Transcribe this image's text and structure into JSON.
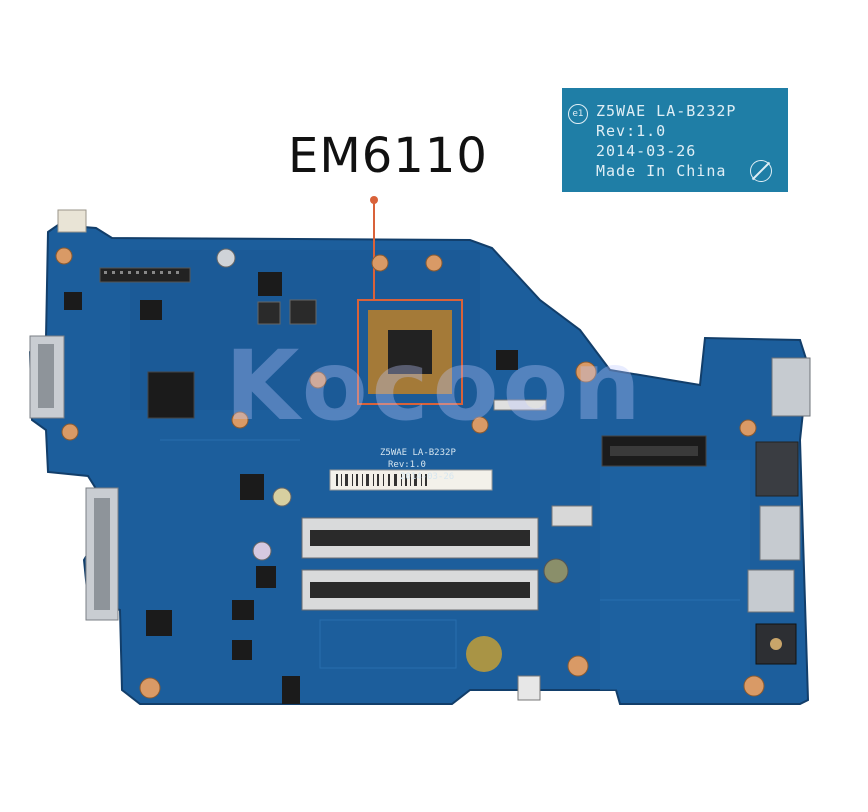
{
  "callout": {
    "chip_label": "EM6110"
  },
  "board_label": {
    "line1": "Z5WAE  LA-B232P",
    "line2": "Rev:1.0",
    "line3": "2014-03-26",
    "line4": "Made In China",
    "mark": "e1"
  },
  "silkscreen": {
    "model": "Z5WAE  LA-B232P",
    "rev": "Rev:1.0",
    "date": "2014-03-26"
  },
  "watermark": {
    "text": "Kocoon"
  },
  "colors": {
    "board": "#1c5e9c",
    "board_dark": "#15477a",
    "gold": "#c98a4b",
    "callout": "#d9623a",
    "label_bg": "#1f7ea6"
  }
}
